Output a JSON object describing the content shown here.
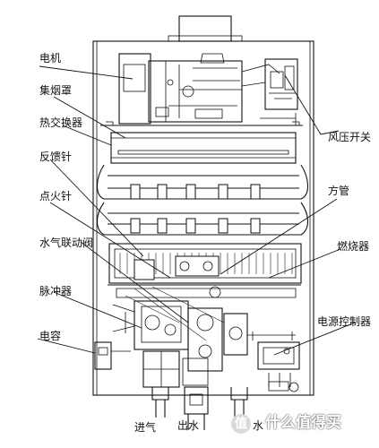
{
  "labels": {
    "motor": "电机",
    "smoke_hood": "集烟罩",
    "heat_exchanger": "热交换器",
    "feedback_needle": "反馈针",
    "ignition_needle": "点火针",
    "water_gas_valve": "水气联动阀",
    "pulse_unit": "脉冲器",
    "capacitor": "电容",
    "wind_pressure_switch": "风压开关",
    "square_tube": "方管",
    "burner": "燃烧器",
    "power_controller": "电源控制器",
    "gas_inlet": "进气",
    "water_outlet": "出水",
    "water_inlet_char": "水"
  },
  "watermark": {
    "badge": "值",
    "text": "什么值得买"
  }
}
